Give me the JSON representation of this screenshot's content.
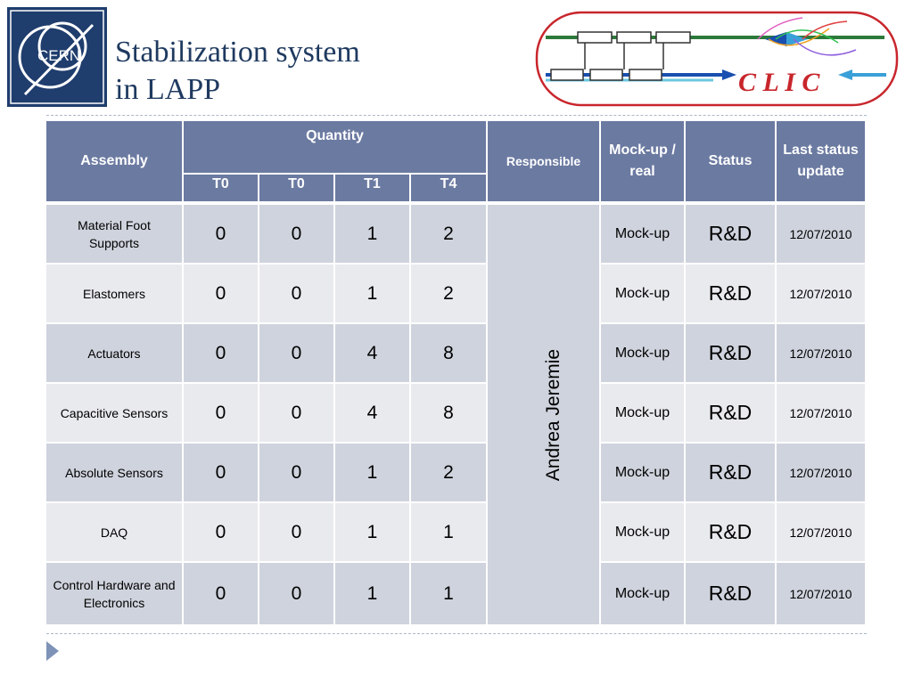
{
  "title": {
    "line1": "Stabilization system",
    "line2": "in LAPP"
  },
  "logos": {
    "cern_text": "CERN",
    "clic_text": "C L I C"
  },
  "colors": {
    "header_bg": "#6b7aa1",
    "row_dark": "#cfd3dd",
    "row_light": "#e9eaee",
    "title": "#1f3a60"
  },
  "table": {
    "headers": {
      "assembly": "Assembly",
      "quantity": "Quantity",
      "sub": [
        "T0",
        "T0",
        "T1",
        "T4"
      ],
      "responsible": "Responsible",
      "mock_up": "Mock-up / real",
      "status": "Status",
      "last_update": "Last status update"
    },
    "responsible": "Andrea Jeremie",
    "rows": [
      {
        "assembly": "Material Foot Supports",
        "q": [
          "0",
          "0",
          "1",
          "2"
        ],
        "type": "Mock-up",
        "status": "R&D",
        "date": "12/07/2010"
      },
      {
        "assembly": "Elastomers",
        "q": [
          "0",
          "0",
          "1",
          "2"
        ],
        "type": "Mock-up",
        "status": "R&D",
        "date": "12/07/2010"
      },
      {
        "assembly": "Actuators",
        "q": [
          "0",
          "0",
          "4",
          "8"
        ],
        "type": "Mock-up",
        "status": "R&D",
        "date": "12/07/2010"
      },
      {
        "assembly": "Capacitive Sensors",
        "q": [
          "0",
          "0",
          "4",
          "8"
        ],
        "type": "Mock-up",
        "status": "R&D",
        "date": "12/07/2010"
      },
      {
        "assembly": "Absolute Sensors",
        "q": [
          "0",
          "0",
          "1",
          "2"
        ],
        "type": "Mock-up",
        "status": "R&D",
        "date": "12/07/2010"
      },
      {
        "assembly": "DAQ",
        "q": [
          "0",
          "0",
          "1",
          "1"
        ],
        "type": "Mock-up",
        "status": "R&D",
        "date": "12/07/2010"
      },
      {
        "assembly": "Control Hardware and Electronics",
        "q": [
          "0",
          "0",
          "1",
          "1"
        ],
        "type": "Mock-up",
        "status": "R&D",
        "date": "12/07/2010"
      }
    ]
  },
  "icons": {
    "bullet": "triangle-bullet-icon"
  }
}
